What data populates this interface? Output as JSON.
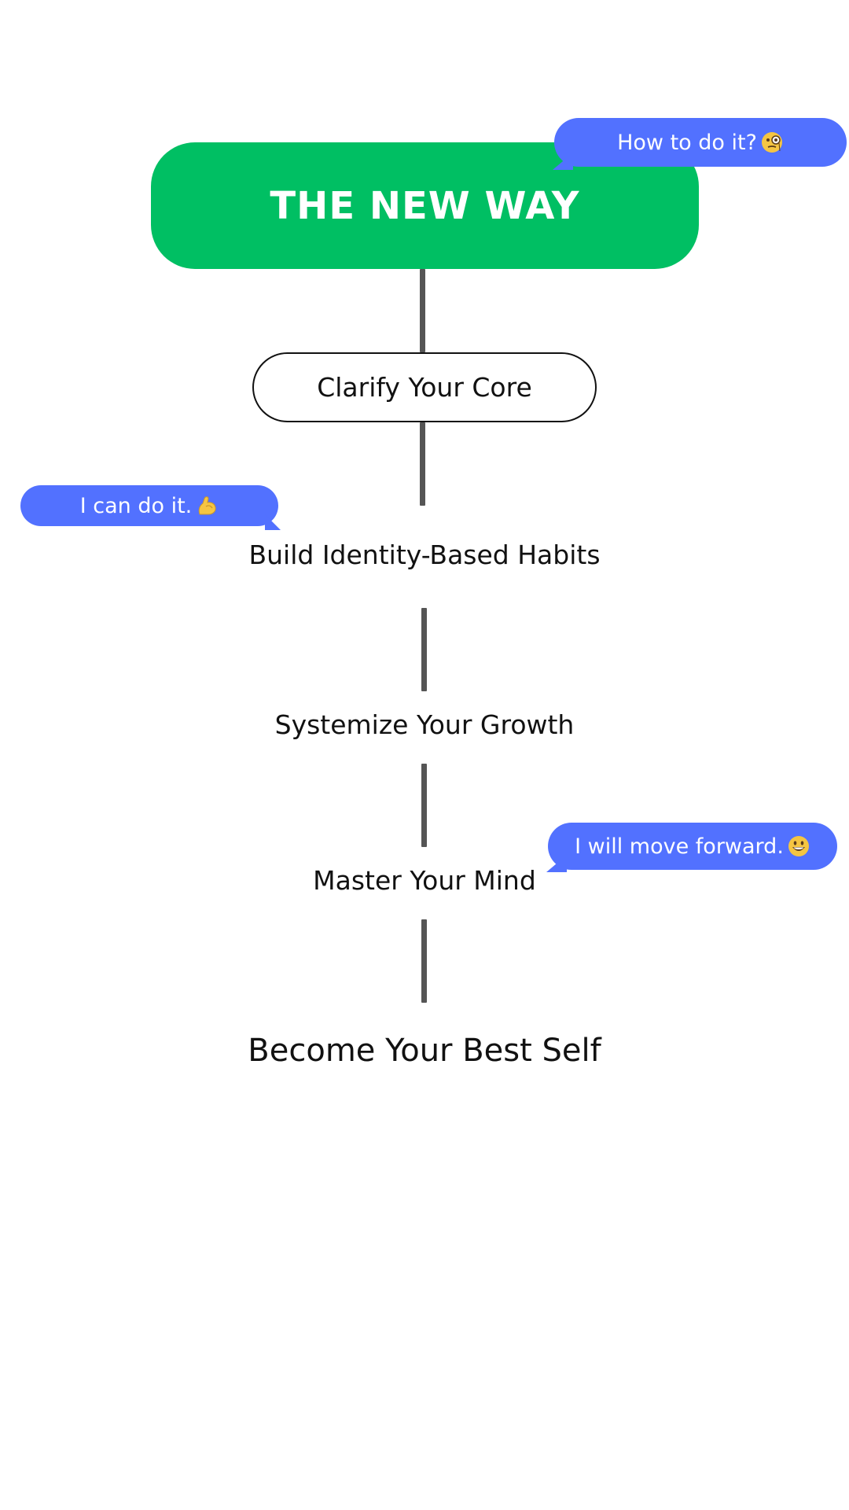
{
  "colors": {
    "accent": "#00BF63",
    "bubble": "#5271FF",
    "connector": "#555555",
    "text": "#111111"
  },
  "title": "THE NEW WAY",
  "steps": [
    "Clarify Your Core",
    "Build Identity-Based Habits",
    "Systemize Your Growth",
    "Master Your Mind",
    "Become Your Best Self"
  ],
  "bubbles": [
    {
      "text": "How to do it?",
      "icon": "monocle-face-icon"
    },
    {
      "text": "I can do it.",
      "icon": "flexed-biceps-icon"
    },
    {
      "text": "I will move forward.",
      "icon": "grinning-face-icon"
    }
  ]
}
